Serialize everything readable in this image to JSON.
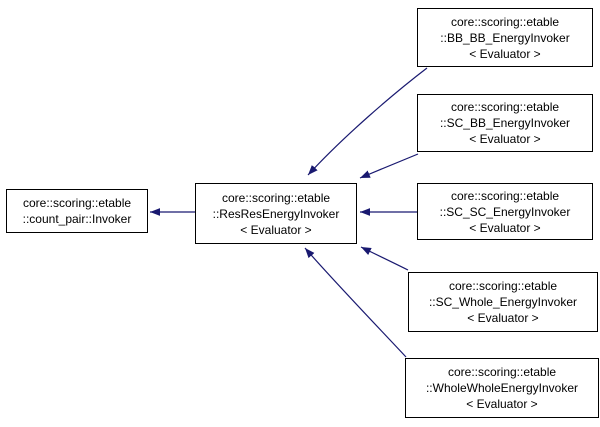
{
  "diagram": {
    "kind": "class-inheritance-graph",
    "nodes": [
      {
        "id": "count_pair_invoker",
        "lines": [
          "core::scoring::etable",
          "::count_pair::Invoker"
        ]
      },
      {
        "id": "res_res_energy_invoker",
        "lines": [
          "core::scoring::etable",
          "::ResResEnergyInvoker",
          "< Evaluator >"
        ]
      },
      {
        "id": "bb_bb_energy_invoker",
        "lines": [
          "core::scoring::etable",
          "::BB_BB_EnergyInvoker",
          "< Evaluator >"
        ]
      },
      {
        "id": "sc_bb_energy_invoker",
        "lines": [
          "core::scoring::etable",
          "::SC_BB_EnergyInvoker",
          "< Evaluator >"
        ]
      },
      {
        "id": "sc_sc_energy_invoker",
        "lines": [
          "core::scoring::etable",
          "::SC_SC_EnergyInvoker",
          "< Evaluator >"
        ]
      },
      {
        "id": "sc_whole_energy_invoker",
        "lines": [
          "core::scoring::etable",
          "::SC_Whole_EnergyInvoker",
          "< Evaluator >"
        ]
      },
      {
        "id": "whole_whole_energy_invoker",
        "lines": [
          "core::scoring::etable",
          "::WholeWholeEnergyInvoker",
          "< Evaluator >"
        ]
      }
    ],
    "edges": [
      {
        "from": "res_res_energy_invoker",
        "to": "count_pair_invoker"
      },
      {
        "from": "bb_bb_energy_invoker",
        "to": "res_res_energy_invoker"
      },
      {
        "from": "sc_bb_energy_invoker",
        "to": "res_res_energy_invoker"
      },
      {
        "from": "sc_sc_energy_invoker",
        "to": "res_res_energy_invoker"
      },
      {
        "from": "sc_whole_energy_invoker",
        "to": "res_res_energy_invoker"
      },
      {
        "from": "whole_whole_energy_invoker",
        "to": "res_res_energy_invoker"
      }
    ]
  },
  "colors": {
    "edge": "#191970",
    "border": "#000000",
    "text": "#000000",
    "background": "#ffffff"
  }
}
